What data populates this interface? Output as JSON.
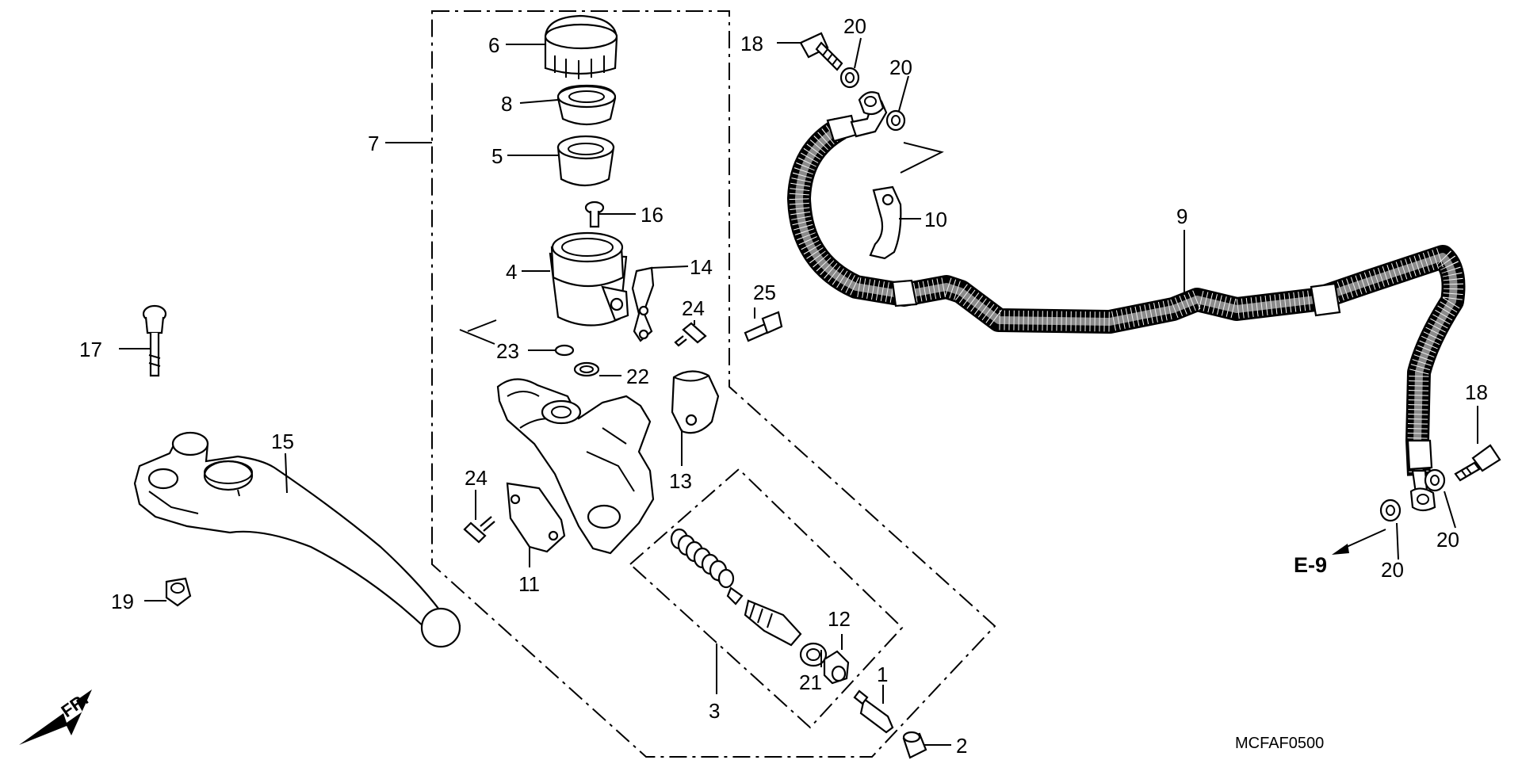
{
  "diagram": {
    "code": "MCFAF0500",
    "reference": "E-9",
    "direction": "FR.",
    "callouts": [
      "1",
      "2",
      "3",
      "4",
      "5",
      "6",
      "7",
      "8",
      "9",
      "10",
      "11",
      "12",
      "13",
      "14",
      "15",
      "16",
      "17",
      "18",
      "18",
      "19",
      "20",
      "20",
      "20",
      "20",
      "21",
      "22",
      "23",
      "24",
      "24",
      "25"
    ]
  }
}
